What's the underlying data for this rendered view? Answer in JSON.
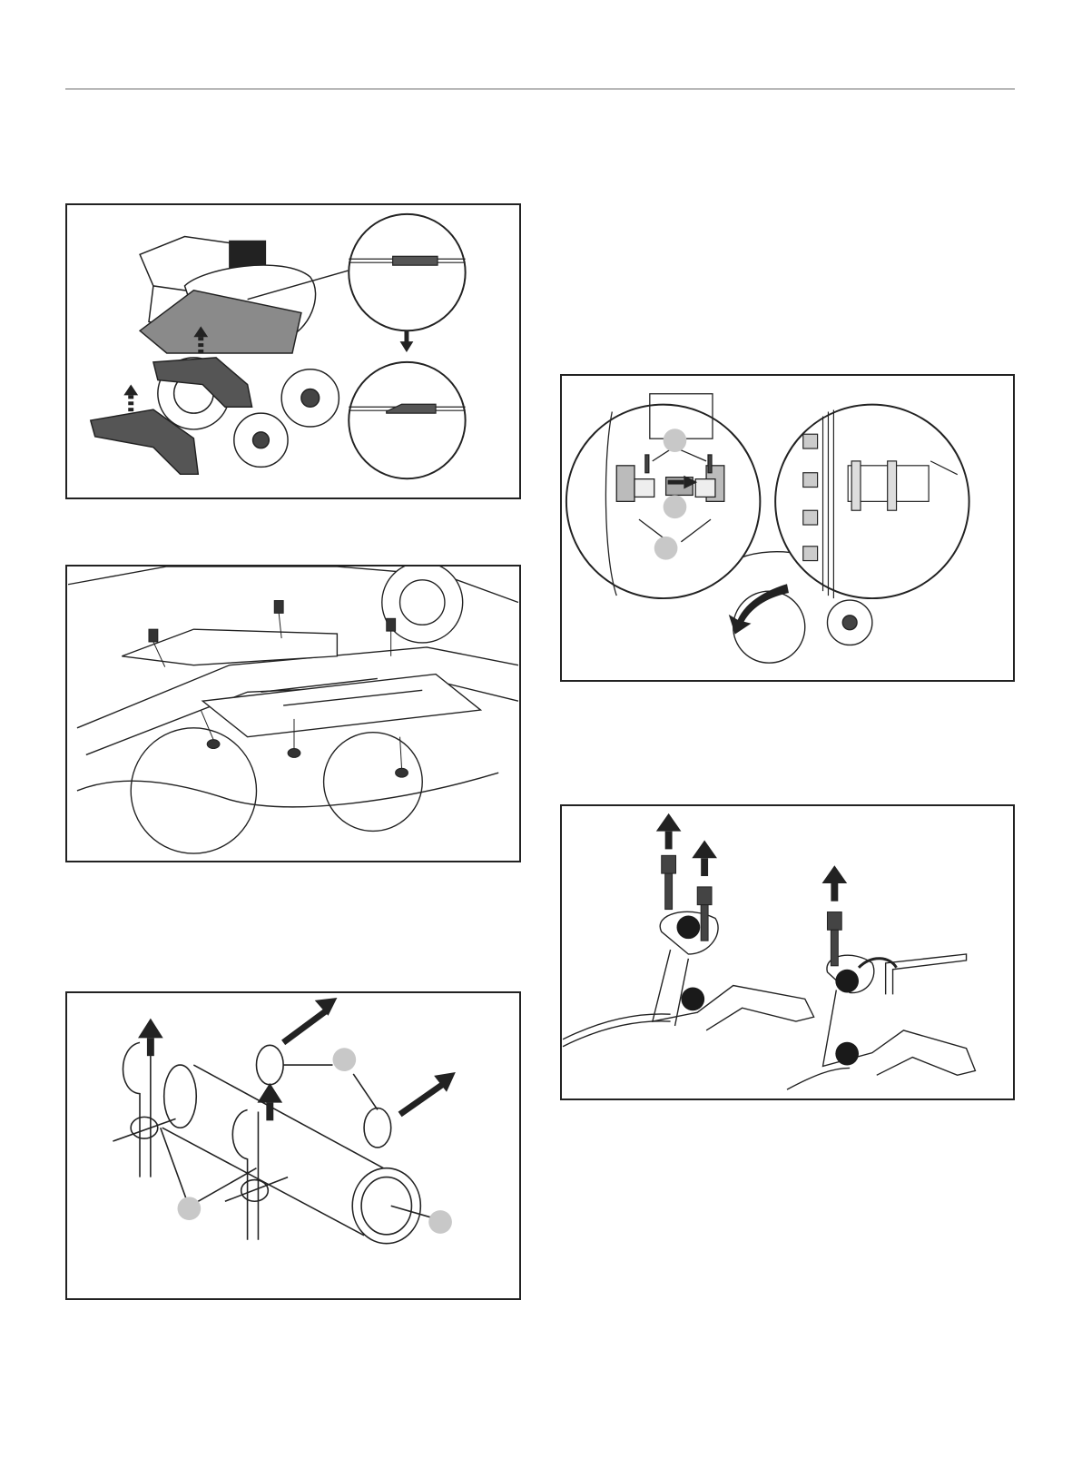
{
  "page": {
    "header_rule": true
  },
  "figures": [
    {
      "id": "fig1",
      "name": "tine-shield-flaps-figure",
      "callouts": []
    },
    {
      "id": "fig2",
      "name": "mounting-bolts-figure",
      "callouts": []
    },
    {
      "id": "fig3",
      "name": "hitch-pins-figure",
      "callouts": [
        {
          "style": "gray",
          "text": ""
        },
        {
          "style": "gray",
          "text": ""
        },
        {
          "style": "gray",
          "text": ""
        }
      ]
    },
    {
      "id": "fig4",
      "name": "tine-shaft-detail-figure",
      "callouts": [
        {
          "style": "gray",
          "text": ""
        },
        {
          "style": "gray",
          "text": ""
        },
        {
          "style": "gray",
          "text": ""
        }
      ]
    },
    {
      "id": "fig5",
      "name": "handle-lever-bolts-figure",
      "callouts": [
        {
          "style": "black",
          "text": ""
        },
        {
          "style": "black",
          "text": ""
        },
        {
          "style": "black",
          "text": ""
        },
        {
          "style": "black",
          "text": ""
        }
      ]
    }
  ],
  "colors": {
    "line": "#222222",
    "part_dark": "#444444",
    "part_mid": "#8a8a8a",
    "callout_gray": "#c8c8c8",
    "callout_black": "#1a1a1a",
    "rule": "#b8b8b8"
  },
  "icons": [
    "arrow-up-icon",
    "arrow-down-icon",
    "arrow-right-icon",
    "curved-arrow-icon"
  ]
}
